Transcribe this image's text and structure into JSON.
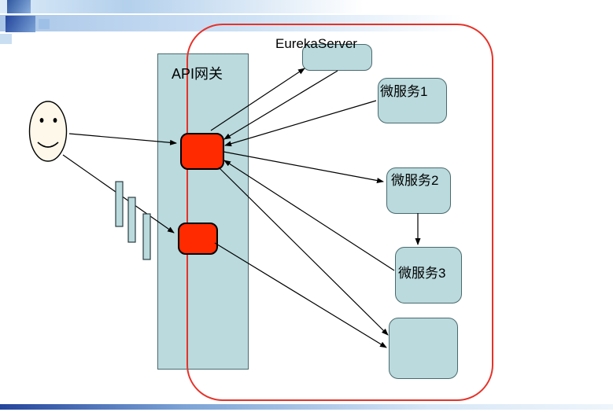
{
  "diagram": {
    "gateway_label": "API网关",
    "eureka_label": "EurekaServer",
    "services": [
      {
        "label": "微服务1"
      },
      {
        "label": "微服务2"
      },
      {
        "label": "微服务3"
      },
      {
        "label": ""
      }
    ],
    "colors": {
      "node_fill": "#badadd",
      "node_border": "#4a6a6e",
      "red_node_fill": "#ff2a00",
      "red_node_border": "#000000",
      "boundary_stroke": "#e63229",
      "arrow_color": "#000000",
      "header_blue_dark": "#24459c",
      "header_blue_light": "#a9c6e8"
    },
    "connections": [
      {
        "from": "user",
        "to": "gateway-route-node"
      },
      {
        "from": "user",
        "to": "gateway-filter-node"
      },
      {
        "from": "gateway-route-node",
        "to": "eureka-server"
      },
      {
        "from": "eureka-server",
        "to": "gateway-route-node"
      },
      {
        "from": "microservice-1",
        "to": "gateway-route-node"
      },
      {
        "from": "gateway-route-node",
        "to": "microservice-2"
      },
      {
        "from": "microservice-2",
        "to": "microservice-3"
      },
      {
        "from": "microservice-3",
        "to": "gateway-route-node"
      },
      {
        "from": "gateway-route-node",
        "to": "service-box-4"
      },
      {
        "from": "gateway-filter-node",
        "to": "service-box-4"
      }
    ]
  }
}
